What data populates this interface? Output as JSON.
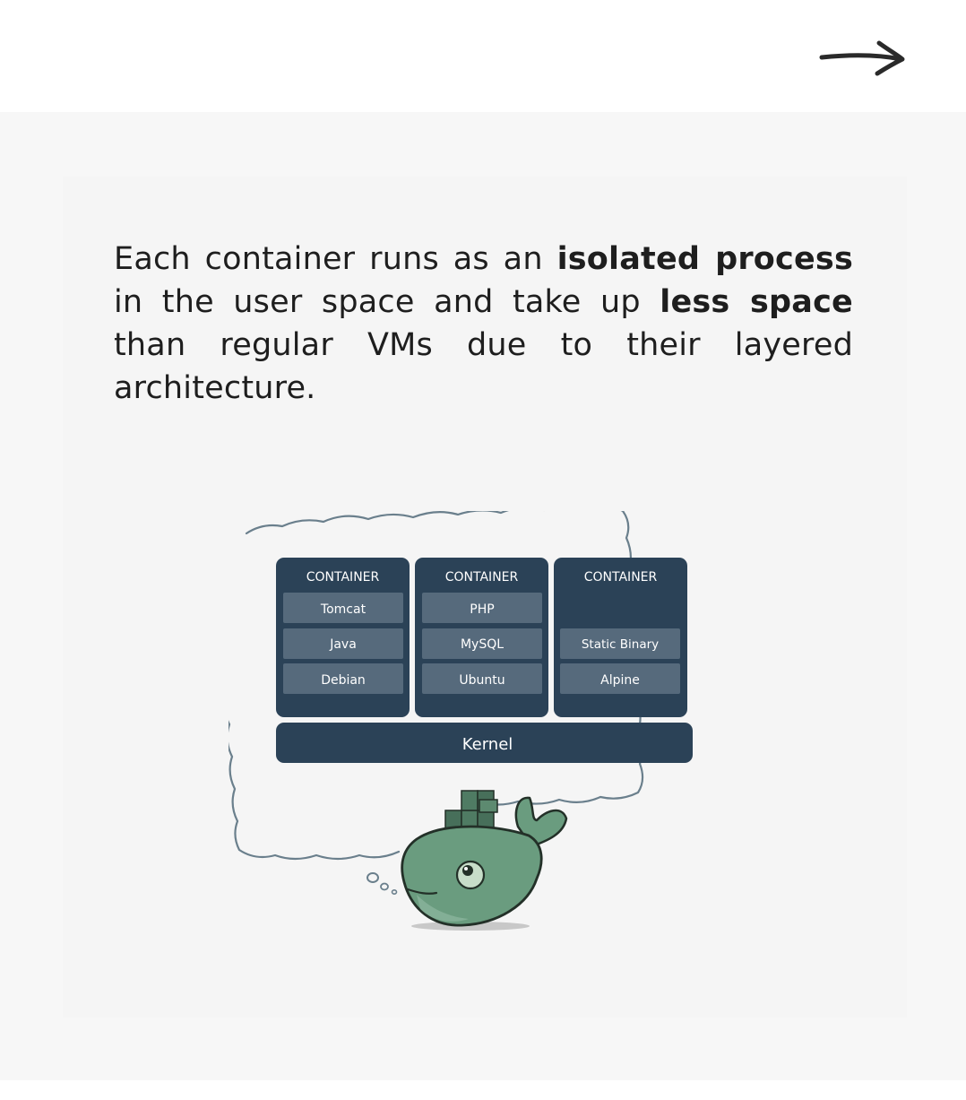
{
  "navigation": {
    "next_icon": "arrow-right-icon"
  },
  "headline": {
    "part1": "Each container runs as an ",
    "bold1": "isolated process",
    "part2": " in the user space and take up ",
    "bold2": "less space",
    "part3": " than regular VMs due to their layered architecture."
  },
  "diagram": {
    "containers": [
      {
        "header": "CONTAINER",
        "layers": [
          "Tomcat",
          "Java",
          "Debian"
        ]
      },
      {
        "header": "CONTAINER",
        "layers": [
          "PHP",
          "MySQL",
          "Ubuntu"
        ]
      },
      {
        "header": "CONTAINER",
        "layers": [
          "Static Binary",
          "Alpine"
        ]
      }
    ],
    "kernel_label": "Kernel",
    "mascot_icon": "docker-whale-icon",
    "colors": {
      "container_bg": "#2b4257",
      "layer_bg": "#566a7c",
      "whale_body": "#6a9c7f",
      "cloud_outline": "#5f7580"
    }
  }
}
